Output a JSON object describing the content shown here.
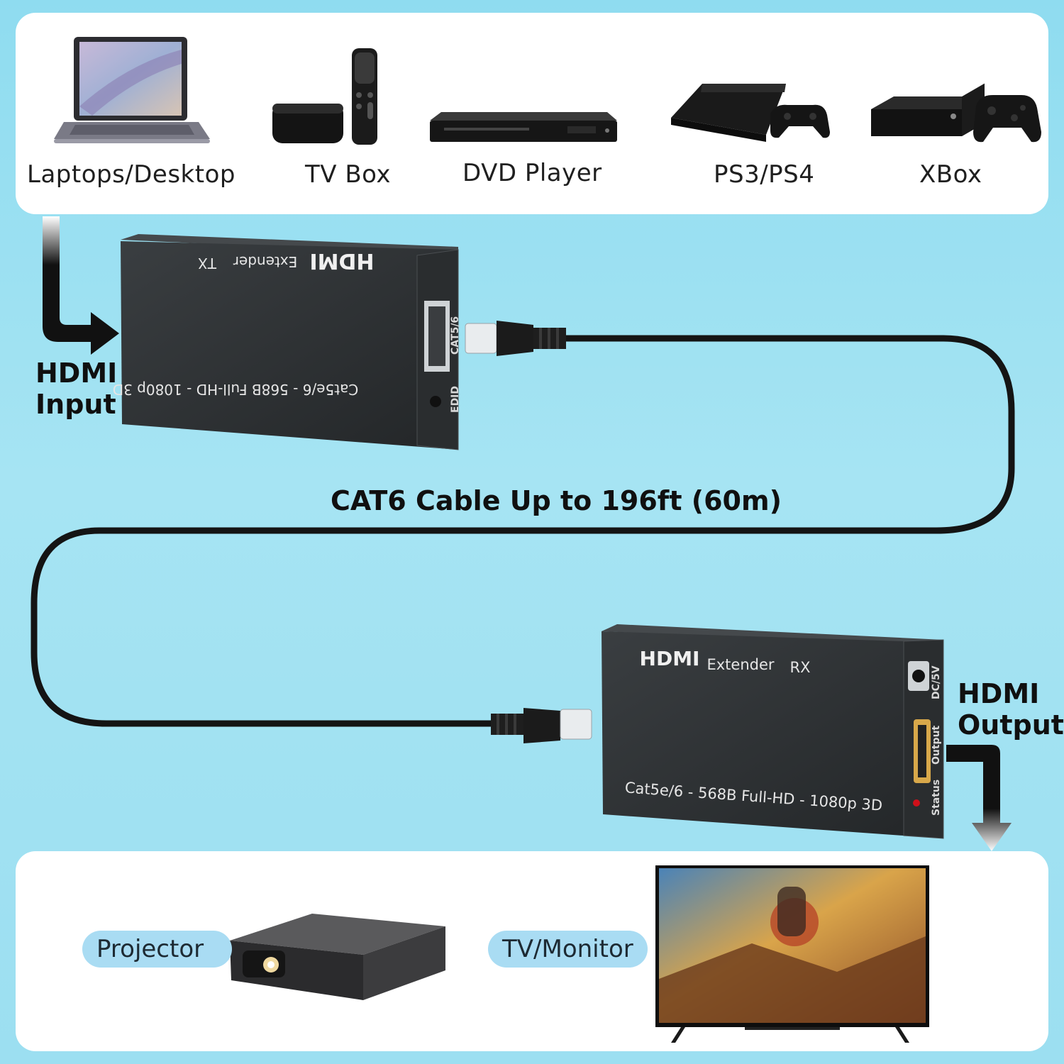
{
  "sources": [
    {
      "label": "Laptops/Desktop",
      "icon": "laptop-icon"
    },
    {
      "label": "TV Box",
      "icon": "tv-box-icon"
    },
    {
      "label": "DVD Player",
      "icon": "dvd-player-icon"
    },
    {
      "label": "PS3/PS4",
      "icon": "game-console-icon"
    },
    {
      "label": "XBox",
      "icon": "xbox-icon"
    }
  ],
  "transmitter": {
    "logo": "HDMI",
    "product": "Extender",
    "role": "TX",
    "spec": "Cat5e/6 - 568B  Full-HD - 1080p 3D",
    "port_label": "CAT5/6",
    "button_label": "EDID"
  },
  "receiver": {
    "logo": "HDMI",
    "product": "Extender",
    "role": "RX",
    "spec": "Cat5e/6 - 568B  Full-HD - 1080p 3D",
    "power_label": "DC/5V",
    "output_label": "Output",
    "status_label": "Status"
  },
  "labels": {
    "hdmi_input": [
      "HDMI",
      "Input"
    ],
    "hdmi_output": [
      "HDMI",
      "Output"
    ],
    "cable": "CAT6 Cable Up to 196ft (60m)"
  },
  "displays": [
    {
      "label": "Projector",
      "icon": "projector-icon"
    },
    {
      "label": "TV/Monitor",
      "icon": "tv-monitor-icon"
    }
  ],
  "colors": {
    "background": "#9cdff1",
    "panel": "#ffffff",
    "pill": "#a9dcf3",
    "device_body": "#2e3234",
    "cable": "#111111",
    "status_led": "#d0101a"
  }
}
